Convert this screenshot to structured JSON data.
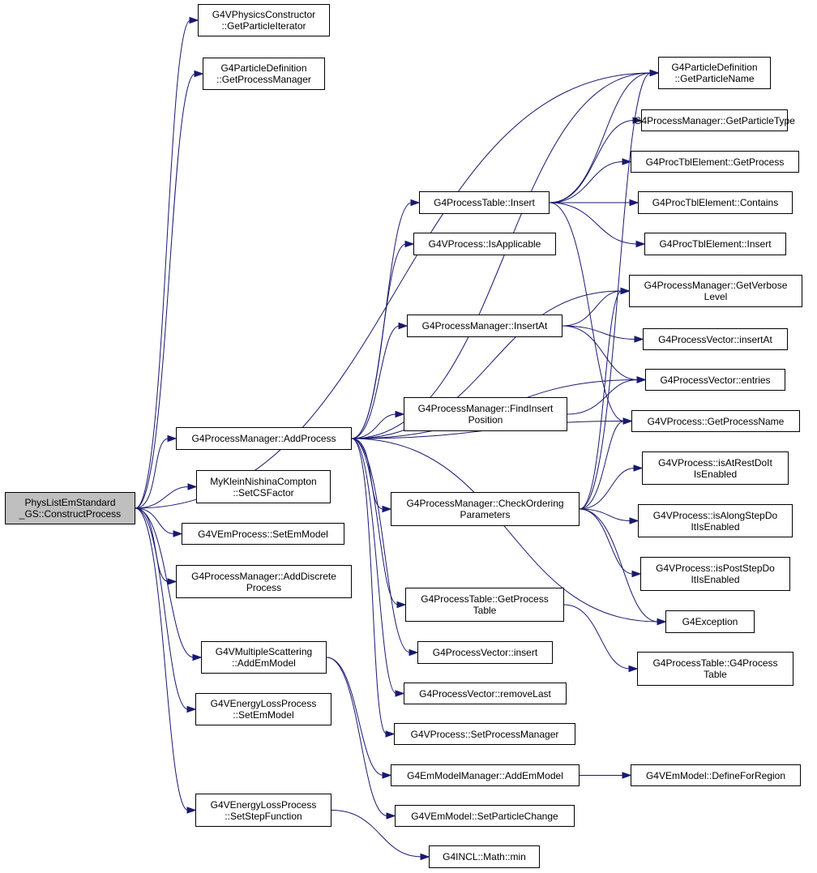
{
  "colors": {
    "edge": "#191970",
    "node_border": "#000000",
    "node_fill": "#ffffff",
    "root_fill": "#bfbfbf"
  },
  "nodes": [
    {
      "id": "root",
      "label": "PhysListEmStandard\n_GS::ConstructProcess"
    },
    {
      "id": "n_getParticleIterator",
      "label": "G4VPhysicsConstructor\n::GetParticleIterator"
    },
    {
      "id": "n_getProcessManager",
      "label": "G4ParticleDefinition\n::GetProcessManager"
    },
    {
      "id": "n_getParticleName",
      "label": "G4ParticleDefinition\n::GetParticleName"
    },
    {
      "id": "n_getParticleType",
      "label": "G4ProcessManager::GetParticleType"
    },
    {
      "id": "n_procTblGetProcess",
      "label": "G4ProcTblElement::GetProcess"
    },
    {
      "id": "n_procTableInsert",
      "label": "G4ProcessTable::Insert"
    },
    {
      "id": "n_procTblContains",
      "label": "G4ProcTblElement::Contains"
    },
    {
      "id": "n_procTblInsert",
      "label": "G4ProcTblElement::Insert"
    },
    {
      "id": "n_isApplicable",
      "label": "G4VProcess::IsApplicable"
    },
    {
      "id": "n_getVerboseLevel",
      "label": "G4ProcessManager::GetVerbose\nLevel"
    },
    {
      "id": "n_insertAt",
      "label": "G4ProcessManager::InsertAt"
    },
    {
      "id": "n_vectorInsertAt",
      "label": "G4ProcessVector::insertAt"
    },
    {
      "id": "n_entries",
      "label": "G4ProcessVector::entries"
    },
    {
      "id": "n_findInsertPosition",
      "label": "G4ProcessManager::FindInsert\nPosition"
    },
    {
      "id": "n_addProcess",
      "label": "G4ProcessManager::AddProcess"
    },
    {
      "id": "n_getProcessName",
      "label": "G4VProcess::GetProcessName"
    },
    {
      "id": "n_isAtRestDoIt",
      "label": "G4VProcess::isAtRestDoIt\nIsEnabled"
    },
    {
      "id": "n_setCSFactor",
      "label": "MyKleinNishinaCompton\n::SetCSFactor"
    },
    {
      "id": "n_checkOrdering",
      "label": "G4ProcessManager::CheckOrdering\nParameters"
    },
    {
      "id": "n_isAlongStep",
      "label": "G4VProcess::isAlongStepDo\nItIsEnabled"
    },
    {
      "id": "n_emProcessSetEmModel",
      "label": "G4VEmProcess::SetEmModel"
    },
    {
      "id": "n_isPostStep",
      "label": "G4VProcess::isPostStepDo\nItIsEnabled"
    },
    {
      "id": "n_addDiscrete",
      "label": "G4ProcessManager::AddDiscrete\nProcess"
    },
    {
      "id": "n_getProcessTable",
      "label": "G4ProcessTable::GetProcess\nTable"
    },
    {
      "id": "n_exception",
      "label": "G4Exception"
    },
    {
      "id": "n_msAddEmModel",
      "label": "G4VMultipleScattering\n::AddEmModel"
    },
    {
      "id": "n_vectorInsert",
      "label": "G4ProcessVector::insert"
    },
    {
      "id": "n_procTableCtor",
      "label": "G4ProcessTable::G4Process\nTable"
    },
    {
      "id": "n_removeLast",
      "label": "G4ProcessVector::removeLast"
    },
    {
      "id": "n_elSetEmModel",
      "label": "G4VEnergyLossProcess\n::SetEmModel"
    },
    {
      "id": "n_setProcessManager",
      "label": "G4VProcess::SetProcessManager"
    },
    {
      "id": "n_modelMgrAddEmModel",
      "label": "G4EmModelManager::AddEmModel"
    },
    {
      "id": "n_defineForRegion",
      "label": "G4VEmModel::DefineForRegion"
    },
    {
      "id": "n_setStepFunction",
      "label": "G4VEnergyLossProcess\n::SetStepFunction"
    },
    {
      "id": "n_setParticleChange",
      "label": "G4VEmModel::SetParticleChange"
    },
    {
      "id": "n_mathMin",
      "label": "G4INCL::Math::min"
    }
  ],
  "edges": [
    [
      "root",
      "n_getParticleIterator"
    ],
    [
      "root",
      "n_getProcessManager"
    ],
    [
      "root",
      "n_getParticleName"
    ],
    [
      "root",
      "n_addProcess"
    ],
    [
      "root",
      "n_setCSFactor"
    ],
    [
      "root",
      "n_emProcessSetEmModel"
    ],
    [
      "root",
      "n_addDiscrete"
    ],
    [
      "root",
      "n_msAddEmModel"
    ],
    [
      "root",
      "n_elSetEmModel"
    ],
    [
      "root",
      "n_setStepFunction"
    ],
    [
      "n_addProcess",
      "n_procTableInsert"
    ],
    [
      "n_addProcess",
      "n_isApplicable"
    ],
    [
      "n_addProcess",
      "n_getVerboseLevel"
    ],
    [
      "n_addProcess",
      "n_insertAt"
    ],
    [
      "n_addProcess",
      "n_entries"
    ],
    [
      "n_addProcess",
      "n_findInsertPosition"
    ],
    [
      "n_addProcess",
      "n_getProcessName"
    ],
    [
      "n_addProcess",
      "n_checkOrdering"
    ],
    [
      "n_addProcess",
      "n_getParticleName"
    ],
    [
      "n_addProcess",
      "n_exception"
    ],
    [
      "n_addProcess",
      "n_getProcessTable"
    ],
    [
      "n_addProcess",
      "n_vectorInsert"
    ],
    [
      "n_addProcess",
      "n_removeLast"
    ],
    [
      "n_addProcess",
      "n_setProcessManager"
    ],
    [
      "n_procTableInsert",
      "n_getParticleName"
    ],
    [
      "n_procTableInsert",
      "n_getParticleType"
    ],
    [
      "n_procTableInsert",
      "n_procTblGetProcess"
    ],
    [
      "n_procTableInsert",
      "n_procTblContains"
    ],
    [
      "n_procTableInsert",
      "n_procTblInsert"
    ],
    [
      "n_procTableInsert",
      "n_getProcessName"
    ],
    [
      "n_insertAt",
      "n_getVerboseLevel"
    ],
    [
      "n_insertAt",
      "n_vectorInsertAt"
    ],
    [
      "n_insertAt",
      "n_entries"
    ],
    [
      "n_findInsertPosition",
      "n_entries"
    ],
    [
      "n_checkOrdering",
      "n_isAtRestDoIt"
    ],
    [
      "n_checkOrdering",
      "n_isAlongStep"
    ],
    [
      "n_checkOrdering",
      "n_isPostStep"
    ],
    [
      "n_checkOrdering",
      "n_exception"
    ],
    [
      "n_checkOrdering",
      "n_getVerboseLevel"
    ],
    [
      "n_checkOrdering",
      "n_getProcessName"
    ],
    [
      "n_checkOrdering",
      "n_getParticleName"
    ],
    [
      "n_getProcessTable",
      "n_procTableCtor"
    ],
    [
      "n_msAddEmModel",
      "n_modelMgrAddEmModel"
    ],
    [
      "n_msAddEmModel",
      "n_setParticleChange"
    ],
    [
      "n_modelMgrAddEmModel",
      "n_defineForRegion"
    ],
    [
      "n_setStepFunction",
      "n_mathMin"
    ]
  ]
}
